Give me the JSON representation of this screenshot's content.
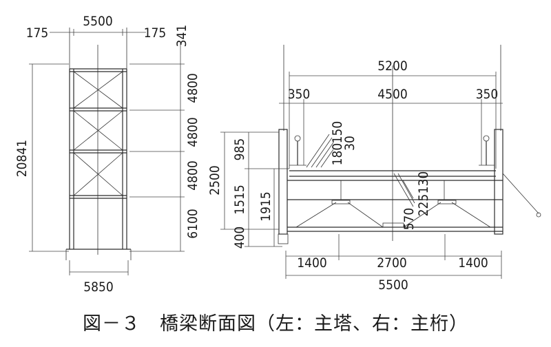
{
  "caption": "図－３　橋梁断面図（左：主塔、右：主桁）",
  "tower": {
    "top_width": "5500",
    "left_offset": "175",
    "right_offset": "175",
    "top_extra": "341",
    "total_height": "20841",
    "segments": [
      "4800",
      "4800",
      "4800",
      "6100"
    ],
    "base_width": "5850"
  },
  "girder": {
    "overall_top": "5200",
    "inner_top": "4500",
    "left_side": "350",
    "right_side": "350",
    "vertical_total": "2500",
    "upper": "985",
    "middle": "1515",
    "lower": "400",
    "right_height": "1915",
    "detail_1": "180",
    "detail_2": "150",
    "detail_3": "30",
    "detail_4": "130",
    "detail_5": "570",
    "detail_6": "225",
    "bottom_left": "1400",
    "bottom_mid": "2700",
    "bottom_right": "1400",
    "bottom_total": "5500"
  }
}
